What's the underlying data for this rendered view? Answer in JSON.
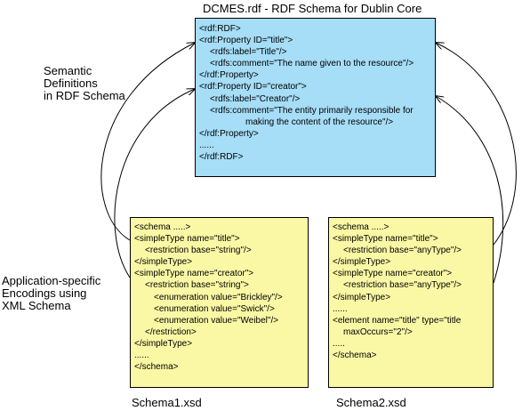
{
  "title": "DCMES.rdf - RDF Schema for Dublin Core",
  "left_labels": {
    "semantic": [
      "Semantic",
      "Definitions",
      "in RDF Schema"
    ],
    "application": [
      "Application-specific",
      "Encodings using",
      "XML Schema"
    ]
  },
  "rdf_schema_lines": [
    "<rdf:RDF>",
    "<rdf:Property ID=\"title\">",
    "<rdfs:label=\"Title\"/>",
    "<rdfs:comment=\"The name given to the resource\"/>",
    "</rdf:Property>",
    "<rdf:Property ID=\"creator\">",
    "<rdfs:label=\"Creator\"/>",
    "<rdfs:comment=\"The entity primarily responsible for",
    "making the content of the resource\"/>",
    "</rdf:Property>",
    "......",
    "</rdf:RDF>"
  ],
  "schema1": {
    "filename": "Schema1.xsd",
    "lines": [
      "<schema .....>",
      "<simpleType name=\"title\">",
      "<restriction base=\"string\"/>",
      "</simpleType>",
      "<simpleType name=\"creator\">",
      "<restriction base=\"string\">",
      "<enumeration value=\"Brickley\"/>",
      "<enumeration value=\"Swick\"/>",
      "<enumeration value=\"Weibel\"/>",
      "</restriction>",
      "</simpleType>",
      "......",
      "</schema>"
    ]
  },
  "schema2": {
    "filename": "Schema2.xsd",
    "lines": [
      "<schema .....>",
      "<simpleType name=\"title\">",
      "<restriction base=\"anyType\"/>",
      "</simpleType>",
      "<simpleType name=\"creator\">",
      "<restriction base=\"anyType\"/>",
      "</simpleType>",
      "......",
      "",
      "<element name=\"title\" type=\"title",
      "maxOccurs=\"2\"/>",
      ".....",
      "</schema>"
    ]
  }
}
